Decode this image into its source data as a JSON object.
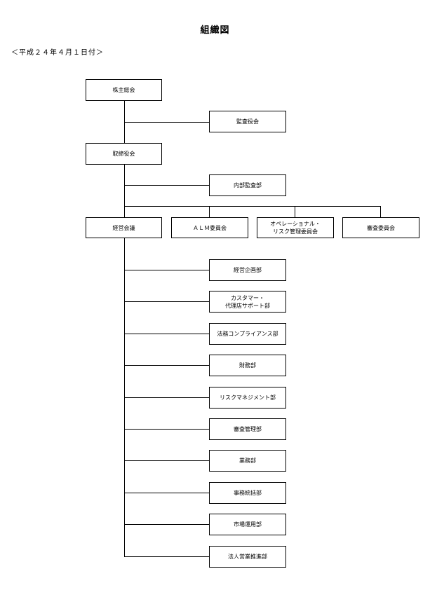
{
  "title": "組織図",
  "date": "＜平成２４年４月１日付＞",
  "org": {
    "shareholders": "株主総会",
    "auditors": "監査役会",
    "board": "取締役会",
    "internal_audit": "内部監査部",
    "management_council": "経営会議",
    "committees": [
      "ＡＬＭ委員会",
      "オペレーショナル・\nリスク管理委員会",
      "審査委員会"
    ],
    "departments": [
      "経営企画部",
      "カスタマー・\n代理店サポート部",
      "法務コンプライアンス部",
      "財務部",
      "リスクマネジメント部",
      "審査管理部",
      "業務部",
      "事務統括部",
      "市場運用部",
      "法人営業推進部"
    ]
  }
}
